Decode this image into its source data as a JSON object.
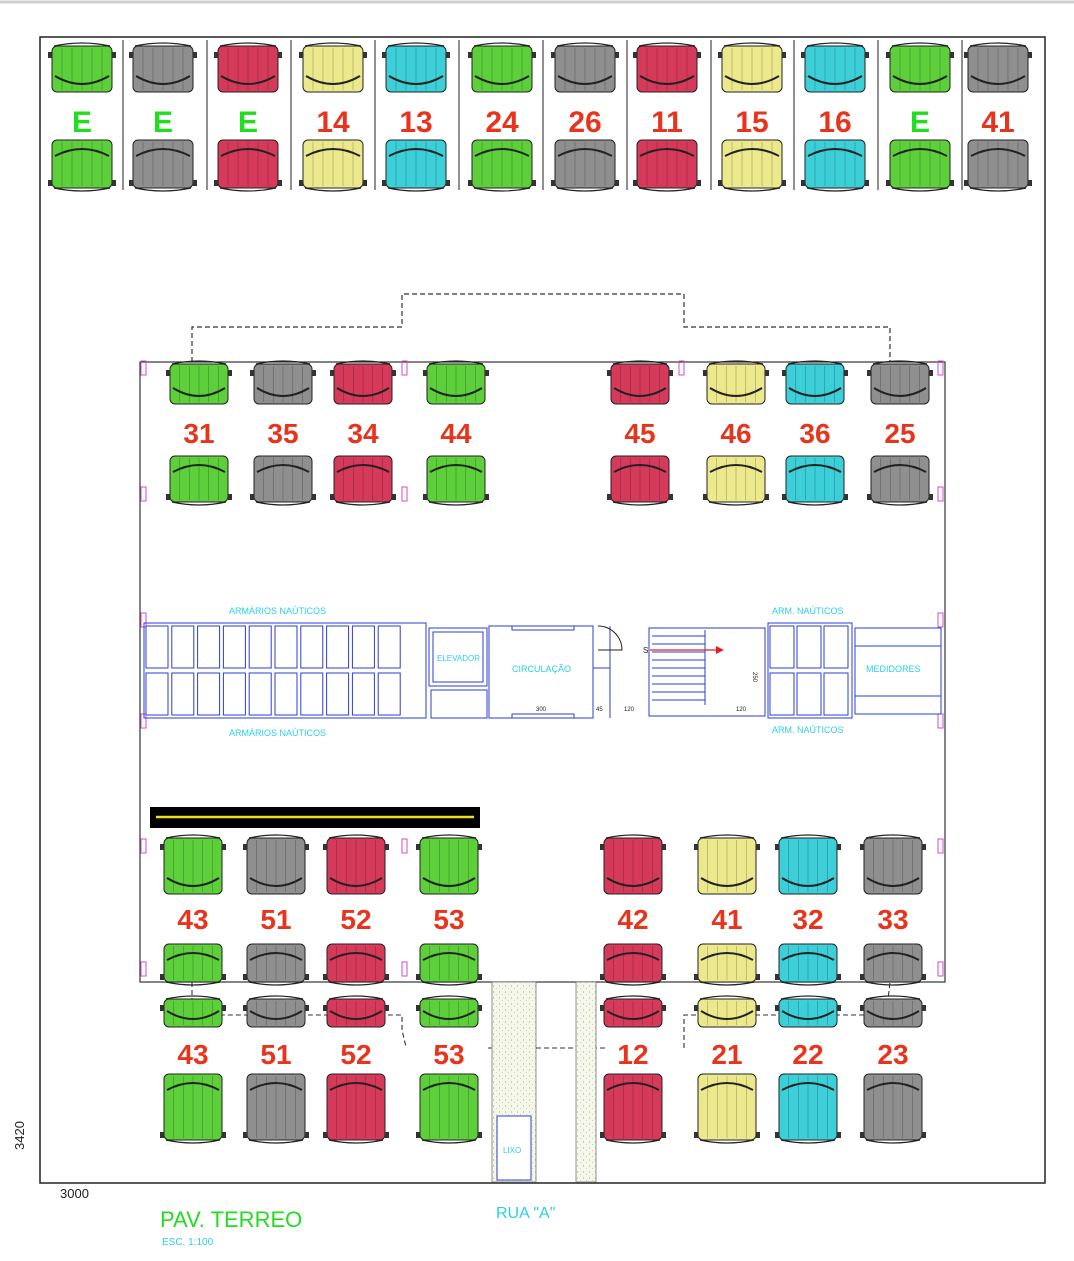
{
  "colors": {
    "green": "#5ccf3a",
    "gray": "#8f8f8f",
    "red": "#d63a5a",
    "yellow": "#ece98c",
    "cyan": "#3ccfd8",
    "label_red": "#e8341c",
    "label_green": "#22dd22",
    "blueprint": "#2b3fcf"
  },
  "top_row": {
    "spots": [
      {
        "label": "E",
        "color": "green"
      },
      {
        "label": "E",
        "color": "gray"
      },
      {
        "label": "E",
        "color": "red"
      },
      {
        "label": "14",
        "color": "yellow"
      },
      {
        "label": "13",
        "color": "cyan"
      },
      {
        "label": "24",
        "color": "green"
      },
      {
        "label": "26",
        "color": "gray"
      },
      {
        "label": "11",
        "color": "red"
      },
      {
        "label": "15",
        "color": "yellow"
      },
      {
        "label": "16",
        "color": "cyan"
      },
      {
        "label": "E",
        "color": "green"
      },
      {
        "label": "41",
        "color": "gray"
      }
    ]
  },
  "upper_block": {
    "spots": [
      {
        "label": "31",
        "color": "green"
      },
      {
        "label": "35",
        "color": "gray"
      },
      {
        "label": "34",
        "color": "red"
      },
      {
        "label": "44",
        "color": "green"
      },
      {
        "label": "45",
        "color": "red"
      },
      {
        "label": "46",
        "color": "yellow"
      },
      {
        "label": "36",
        "color": "cyan"
      },
      {
        "label": "25",
        "color": "gray"
      }
    ]
  },
  "lower_block": {
    "spots": [
      {
        "label": "43",
        "color": "green"
      },
      {
        "label": "51",
        "color": "gray"
      },
      {
        "label": "52",
        "color": "red"
      },
      {
        "label": "53",
        "color": "green"
      },
      {
        "label": "42",
        "color": "red"
      },
      {
        "label": "41",
        "color": "yellow"
      },
      {
        "label": "32",
        "color": "cyan"
      },
      {
        "label": "33",
        "color": "gray"
      }
    ]
  },
  "bottom_row": {
    "spots": [
      {
        "label": "43",
        "color": "green"
      },
      {
        "label": "51",
        "color": "gray"
      },
      {
        "label": "52",
        "color": "red"
      },
      {
        "label": "53",
        "color": "green"
      },
      {
        "label": "12",
        "color": "red"
      },
      {
        "label": "21",
        "color": "yellow"
      },
      {
        "label": "22",
        "color": "cyan"
      },
      {
        "label": "23",
        "color": "gray"
      }
    ]
  },
  "core": {
    "lockers_top_label": "ARMÁRIOS NAÚTICOS",
    "lockers_bottom_label": "ARMÁRIOS NAÚTICOS",
    "arm_top_right": "ARM. NAÚTICOS",
    "arm_bottom_right": "ARM. NAÚTICOS",
    "elevator": "ELEVADOR",
    "circulation": "CIRCULAÇÃO",
    "meters": "MEDIDORES",
    "trash": "LIXO",
    "stair_marker": "S",
    "dims": [
      "300",
      "45",
      "120",
      "120",
      "250"
    ]
  },
  "footer": {
    "title": "PAV. TERREO",
    "scale": "ESC. 1:100",
    "street": "RUA \"A\"",
    "width_dim": "3000",
    "height_dim": "3420"
  }
}
